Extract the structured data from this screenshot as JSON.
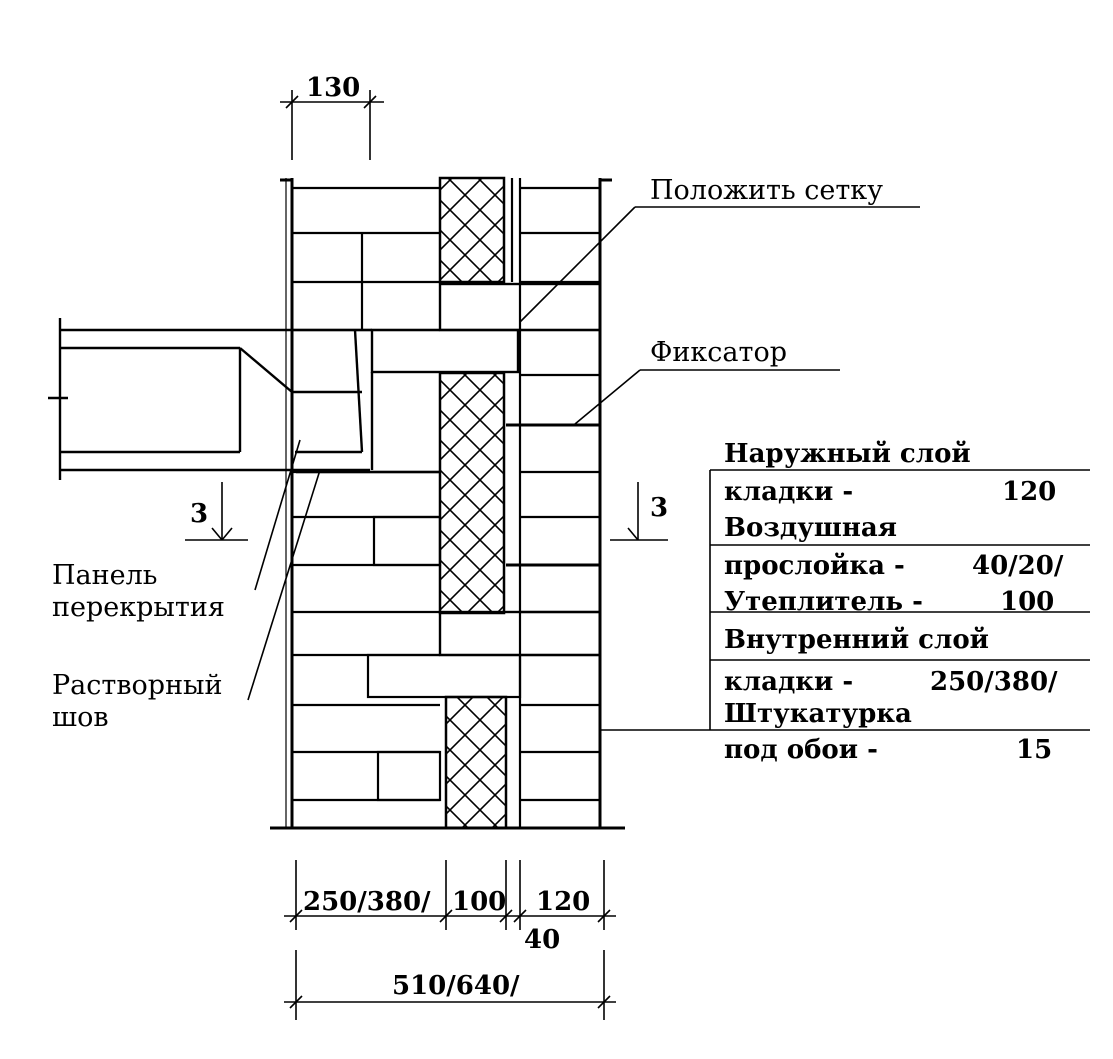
{
  "dimensions": {
    "top_width": "130",
    "inner_layer": "250/380/",
    "insulation": "100",
    "outer_layer": "120",
    "air_gap": "40",
    "total": "510/640/",
    "section_mark_left": "3",
    "section_mark_right": "3"
  },
  "callouts": {
    "mesh": "Положить сетку",
    "fixator": "Фиксатор",
    "floor_panel_line1": "Панель",
    "floor_panel_line2": "перекрытия",
    "mortar_joint_line1": "Растворный",
    "mortar_joint_line2": "шов"
  },
  "layers_table": [
    {
      "title": "Наружный слой",
      "name": "кладки -",
      "value": "120"
    },
    {
      "title": "Воздушная",
      "name": "прослойка -",
      "value": "40/20/"
    },
    {
      "title": "",
      "name": "Утеплитель -",
      "value": "100"
    },
    {
      "title": "Внутренний слой",
      "name": "кладки -",
      "value": "250/380/"
    },
    {
      "title": "Штукатурка",
      "name": "под обои -",
      "value": "15"
    }
  ]
}
